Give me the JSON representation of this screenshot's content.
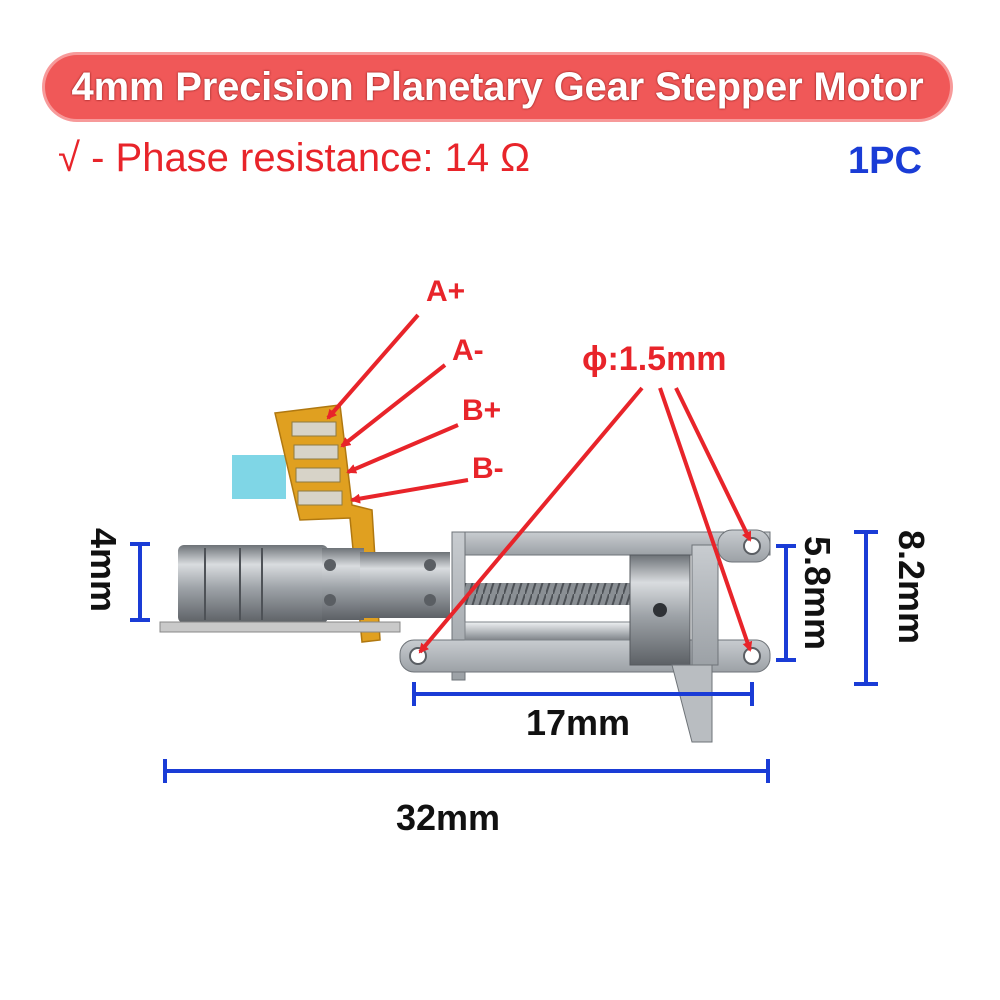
{
  "title": "4mm Precision Planetary Gear Stepper Motor",
  "spec": {
    "check_icon": "√",
    "phase_resistance": "- Phase resistance: 14 Ω"
  },
  "quantity": "1PC",
  "pins": {
    "a_plus": "A+",
    "a_minus": "A-",
    "b_plus": "B+",
    "b_minus": "B-"
  },
  "hole_diameter": "ϕ:1.5mm",
  "dimensions": {
    "motor_diameter": "4mm",
    "hole_spacing": "5.8mm",
    "bracket_height": "8.2mm",
    "bracket_length": "17mm",
    "total_length": "32mm"
  },
  "colors": {
    "banner": "#f05858",
    "annotation_red": "#e8242a",
    "dimension_blue": "#1a3cd6",
    "flex_cable": "#e0a020",
    "metal": "#b8bcc0"
  }
}
